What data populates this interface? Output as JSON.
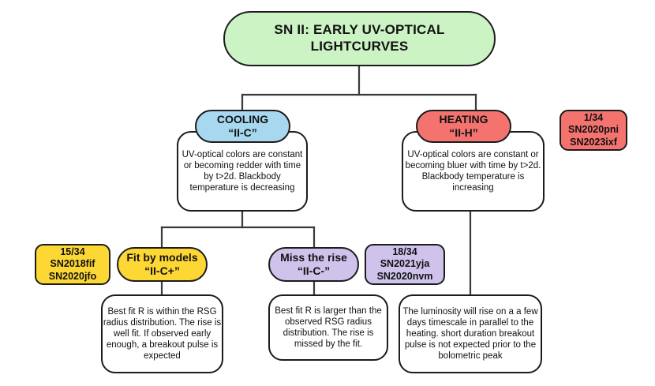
{
  "diagram": {
    "title": "SN II: EARLY UV-OPTICAL LIGHTCURVES",
    "colors": {
      "title_fill": "#ccf3c4",
      "cooling_fill": "#a8d8f0",
      "heating_fill": "#f4736e",
      "fit_fill": "#fdd835",
      "miss_fill": "#cfc3ec",
      "outline": "#1c1c1c",
      "desc_fill": "#ffffff"
    },
    "nodes": {
      "title": {
        "label": "SN II: EARLY UV-OPTICAL LIGHTCURVES"
      },
      "cooling": {
        "label": "COOLING\n“II-C”",
        "description": "UV-optical colors are constant or becoming redder with time by t>2d. Blackbody temperature is decreasing"
      },
      "heating": {
        "label": "HEATING\n“II-H”",
        "description": "UV-optical colors are constant or becoming bluer with time  by t>2d. Blackbody temperature is increasing",
        "badge": "1/34\nSN2020pni\nSN2023ixf"
      },
      "fit_by_models": {
        "label": "Fit by models\n“II-C+”",
        "badge": "15/34\nSN2018fif\nSN2020jfo",
        "description": "Best fit R is within the RSG radius distribution. The rise is well fit. If observed early enough, a breakout pulse is expected"
      },
      "miss_the_rise": {
        "label": "Miss the rise\n“II-C-”",
        "badge": "18/34\nSN2021yja\nSN2020nvm",
        "description": "Best fit R is larger than the observed RSG radius distribution. The rise is missed by the fit."
      },
      "heating_outcome": {
        "description": "The luminosity will rise on a a few days timescale in parallel to the heating. short duration breakout pulse is not expected prior to the bolometric peak"
      }
    }
  }
}
